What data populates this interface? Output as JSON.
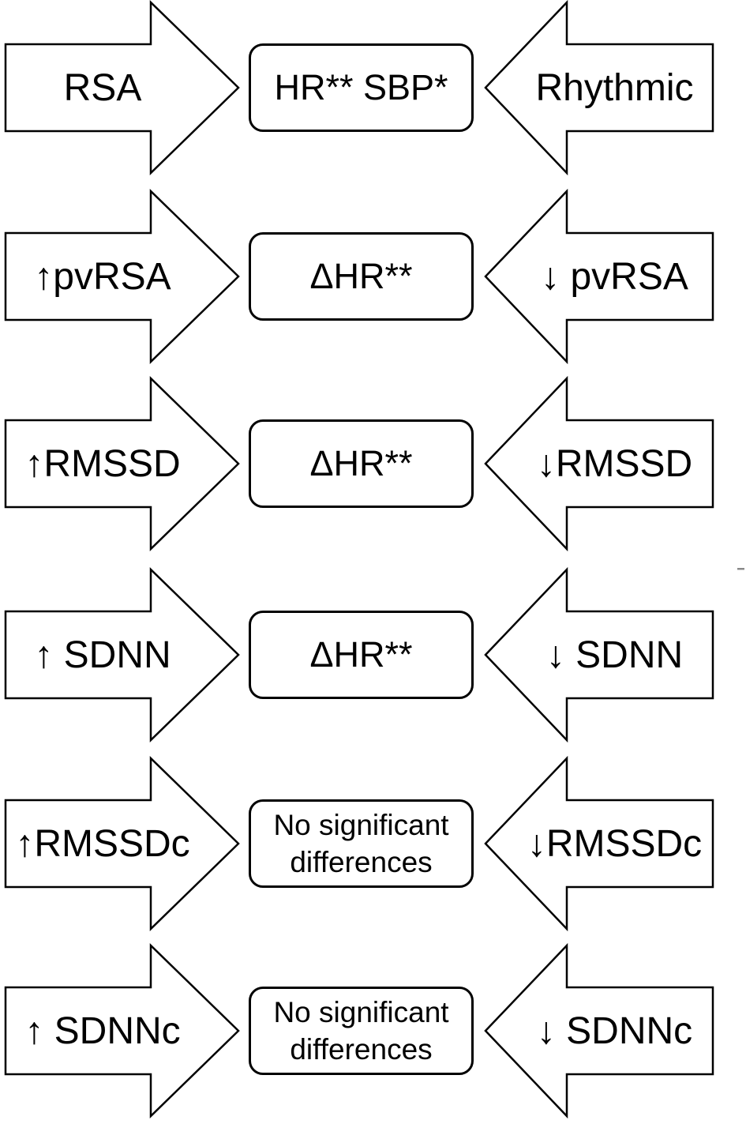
{
  "figure": {
    "description": "Flow diagram of HRV measures converging on hemodynamic outcomes",
    "background_color": "#ffffff",
    "stroke_color": "#000000",
    "rows": [
      {
        "left": "RSA",
        "center": "HR** SBP*",
        "right": "Rhythmic"
      },
      {
        "left": "↑pvRSA",
        "center": "ΔHR**",
        "right": "↓ pvRSA"
      },
      {
        "left": "↑RMSSD",
        "center": "ΔHR**",
        "right": "↓RMSSD"
      },
      {
        "left": "↑ SDNN",
        "center": "ΔHR**",
        "right": "↓ SDNN"
      },
      {
        "left": "↑RMSSDc",
        "center": "No significant differences",
        "right": "↓RMSSDc"
      },
      {
        "left": "↑ SDNNc",
        "center": "No significant differences",
        "right": "↓ SDNNc"
      }
    ]
  }
}
